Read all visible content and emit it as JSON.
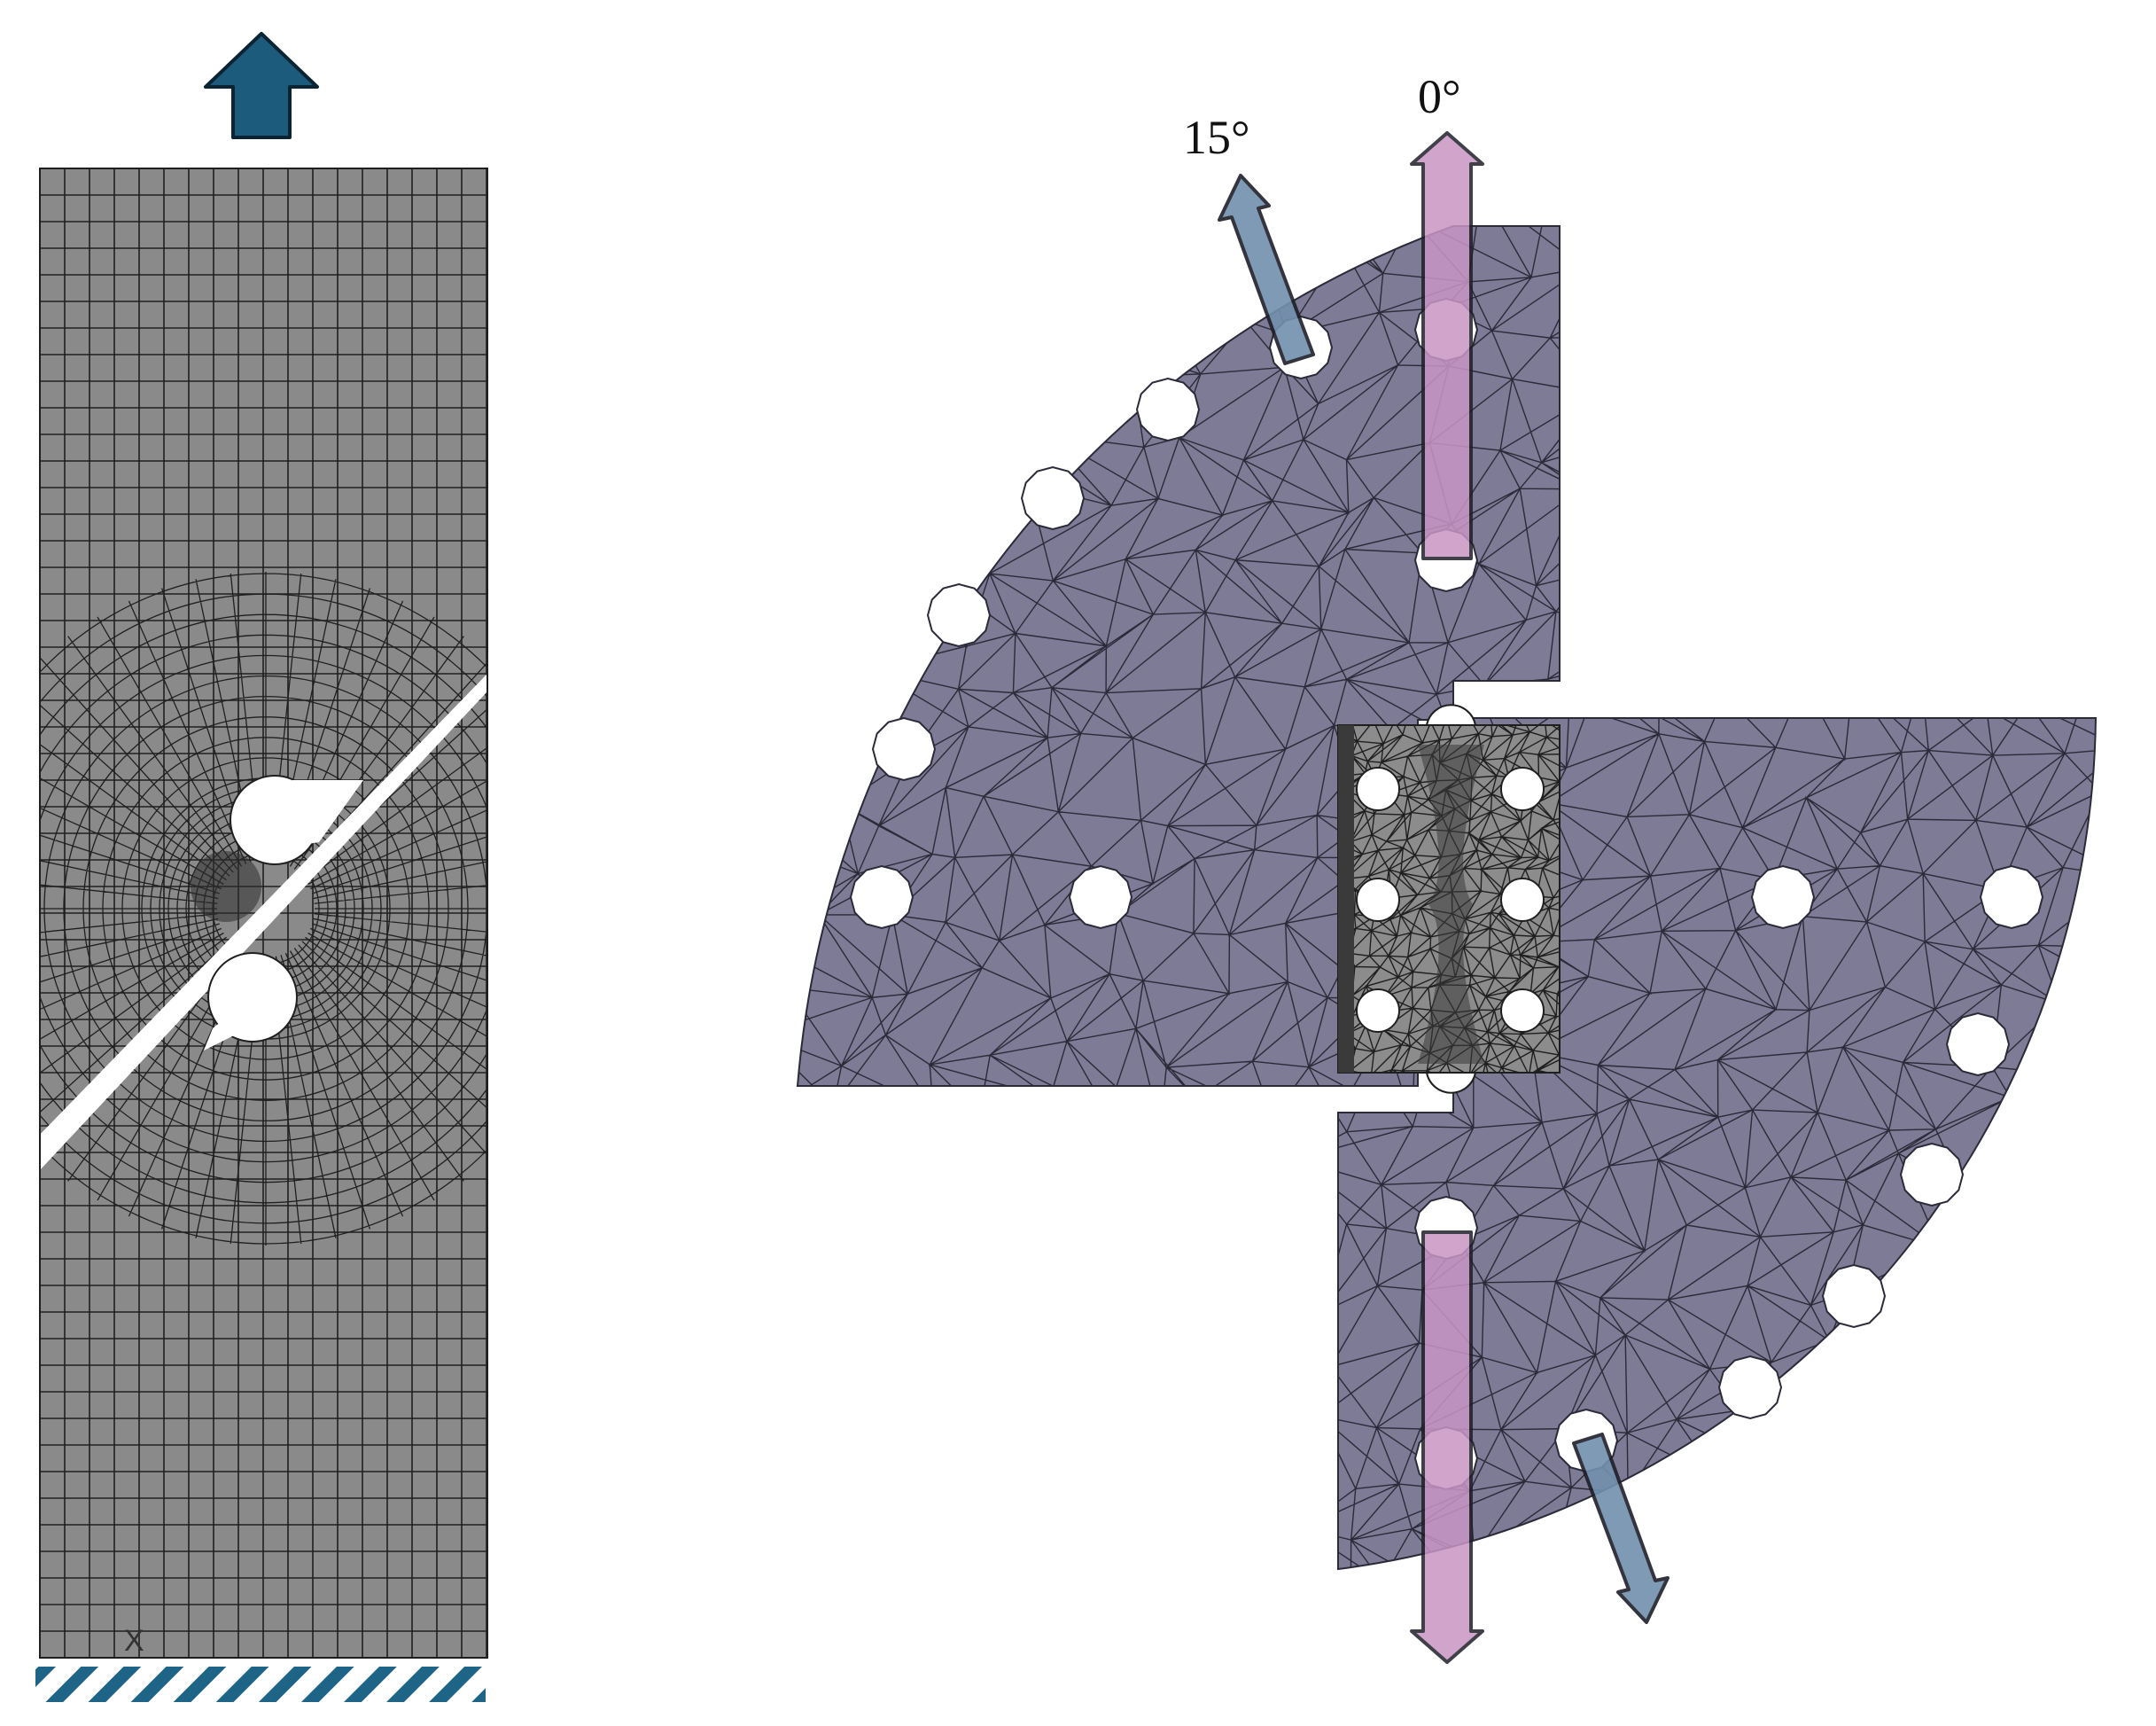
{
  "figure": {
    "labels": {
      "angle_15": "15°",
      "angle_0": "0°",
      "coord_axis": "X"
    },
    "colors": {
      "blue_arrow": "#1d5b7c",
      "blue_arrow_stroke": "#0b2433",
      "mesh_grey": "#8a8a8a",
      "mesh_line": "#1f1f1f",
      "fixture_purple": "#7d7b95",
      "fixture_line": "#2a2a38",
      "pink_arrow": "#c995c4",
      "steel_arrow": "#7290ae",
      "hatch": "#1d6487"
    },
    "icons": {
      "load_arrow": "up-arrow-icon",
      "support": "fixed-support-hatch-icon"
    }
  }
}
